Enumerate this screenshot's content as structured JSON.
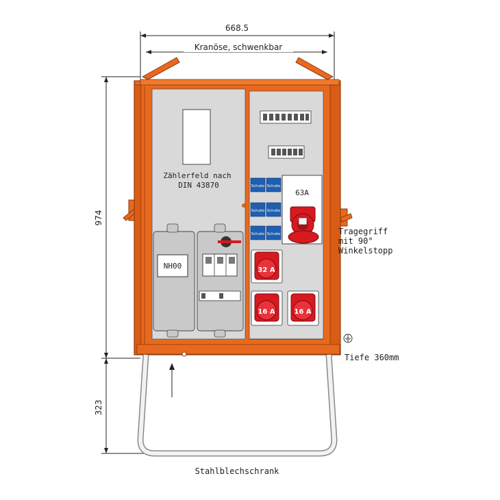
{
  "dimensions": {
    "width": "668.5",
    "height_cabinet": "974",
    "height_stand": "323",
    "depth": "Tiefe 360mm"
  },
  "annotations": {
    "crane_eye": "Kranöse, schwenkbar",
    "handle_line1": "Tragegriff",
    "handle_line2": "mit 90°",
    "handle_line3": "Winkelstopp",
    "material": "Stahlblechschrank"
  },
  "meter_field": {
    "line1": "Zählerfeld nach",
    "line2": "DIN 43870"
  },
  "fuse": {
    "label": "NH00"
  },
  "main_socket": {
    "label": "63A"
  },
  "schuko": {
    "label": "Schuko",
    "count": 6
  },
  "cee_sockets": [
    {
      "label": "32 A"
    },
    {
      "label": "16 A"
    },
    {
      "label": "16 A"
    }
  ],
  "colors": {
    "cabinet": "#e8691e",
    "cabinet_dark": "#b94d10",
    "panel": "#d9d9d9",
    "schuko_blue": "#1f5fb0",
    "cee_red": "#d71920"
  }
}
